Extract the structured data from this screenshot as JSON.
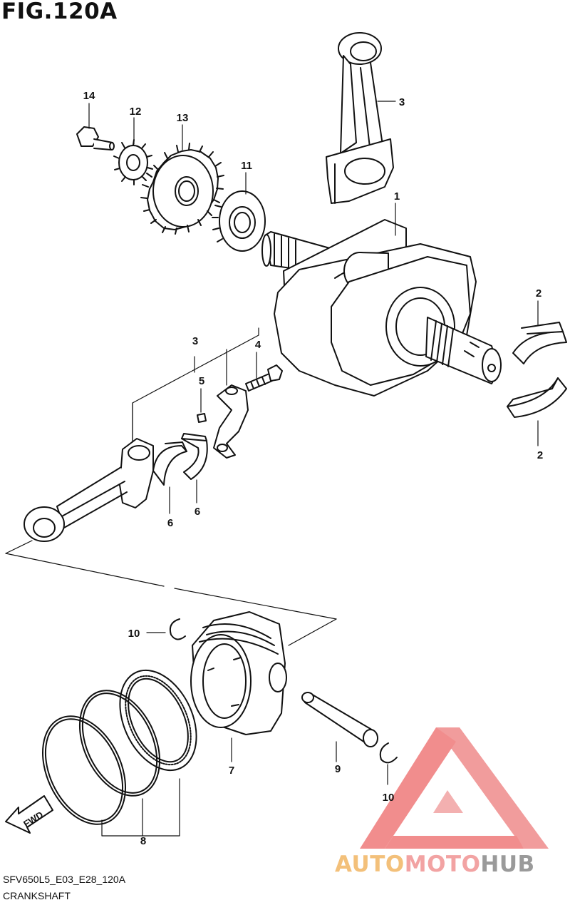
{
  "figure": {
    "title": "FIG.120A",
    "code": "SFV650L5_E03_E28_120A",
    "section": "CRANKSHAFT"
  },
  "callouts": {
    "c1": "1",
    "c2a": "2",
    "c2b": "2",
    "c3a": "3",
    "c3b": "3",
    "c4": "4",
    "c5": "5",
    "c6a": "6",
    "c6b": "6",
    "c7": "7",
    "c8": "8",
    "c9": "9",
    "c10a": "10",
    "c10b": "10",
    "c11": "11",
    "c12": "12",
    "c13": "13",
    "c14": "14"
  },
  "fwd_label": "FWD",
  "watermark": {
    "part1": "AUTO",
    "part2": "MOTO",
    "part3": "HUB",
    "colors": {
      "auto": "#f3c07a",
      "moto": "#f2a3a3",
      "hub": "#9a9a9a",
      "triangle": "#ef7a7a"
    }
  },
  "colors": {
    "line": "#111111",
    "paper": "#ffffff",
    "shade": "#d9d9d9"
  }
}
